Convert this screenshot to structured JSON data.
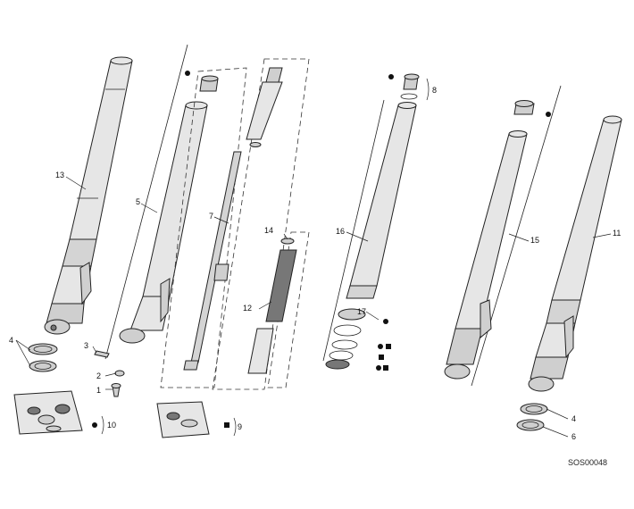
{
  "diagram": {
    "code": "SOS00048",
    "callouts": {
      "c1": "1",
      "c2": "2",
      "c3": "3",
      "c4a": "4",
      "c4b": "4",
      "c5": "5",
      "c6": "6",
      "c7": "7",
      "c8": "8",
      "c9": "9",
      "c10": "10",
      "c11": "11",
      "c12": "12",
      "c13": "13",
      "c14": "14",
      "c15": "15",
      "c16": "16",
      "c17": "17"
    }
  }
}
